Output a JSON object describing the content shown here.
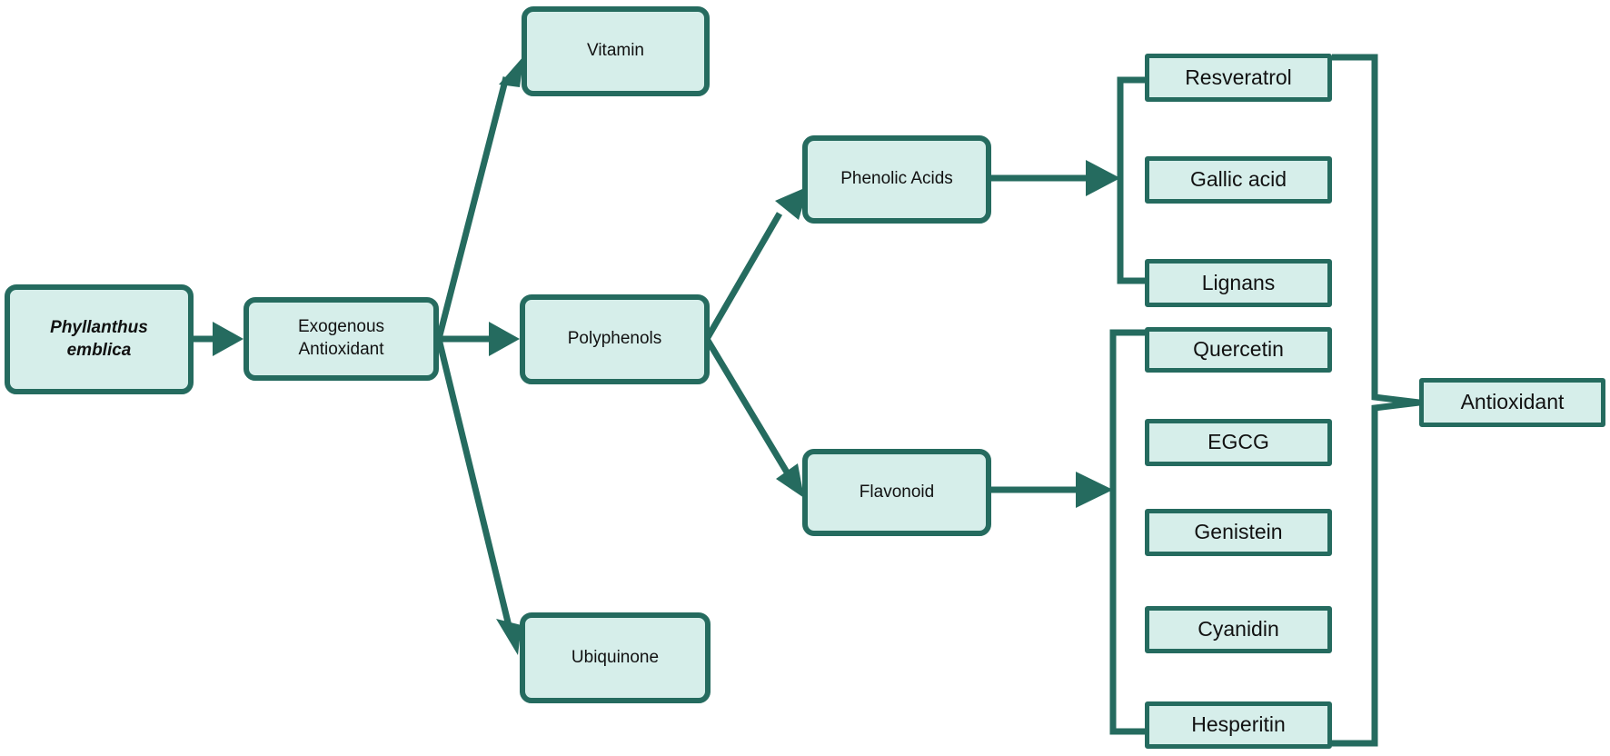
{
  "colors": {
    "fill": "#d6eeea",
    "stroke": "#256b5f",
    "text": "#111111"
  },
  "nodes": {
    "phyllanthus": {
      "line1": "Phyllanthus",
      "line2": "emblica"
    },
    "exogenous": {
      "line1": "Exogenous",
      "line2": "Antioxidant"
    },
    "vitamin": "Vitamin",
    "polyphenols": "Polyphenols",
    "ubiquinone": "Ubiquinone",
    "phenolic_acids": "Phenolic Acids",
    "flavonoid": "Flavonoid",
    "resveratrol": "Resveratrol",
    "gallic_acid": "Gallic acid",
    "lignans": "Lignans",
    "quercetin": "Quercetin",
    "egcg": "EGCG",
    "genistein": "Genistein",
    "cyanidin": "Cyanidin",
    "hesperitin": "Hesperitin",
    "antioxidant": "Antioxidant"
  }
}
